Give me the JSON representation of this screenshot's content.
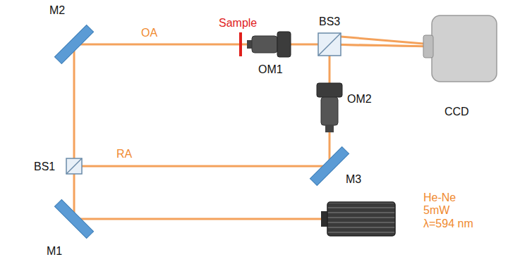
{
  "diagram": {
    "labels": [
      "M2",
      "OA",
      "Sample",
      "BS3",
      "OM1",
      "OM2",
      "CCD",
      "BS1",
      "RA",
      "M3",
      "He-Ne 5mW λ=594 nm",
      "M1"
    ]
  }
}
